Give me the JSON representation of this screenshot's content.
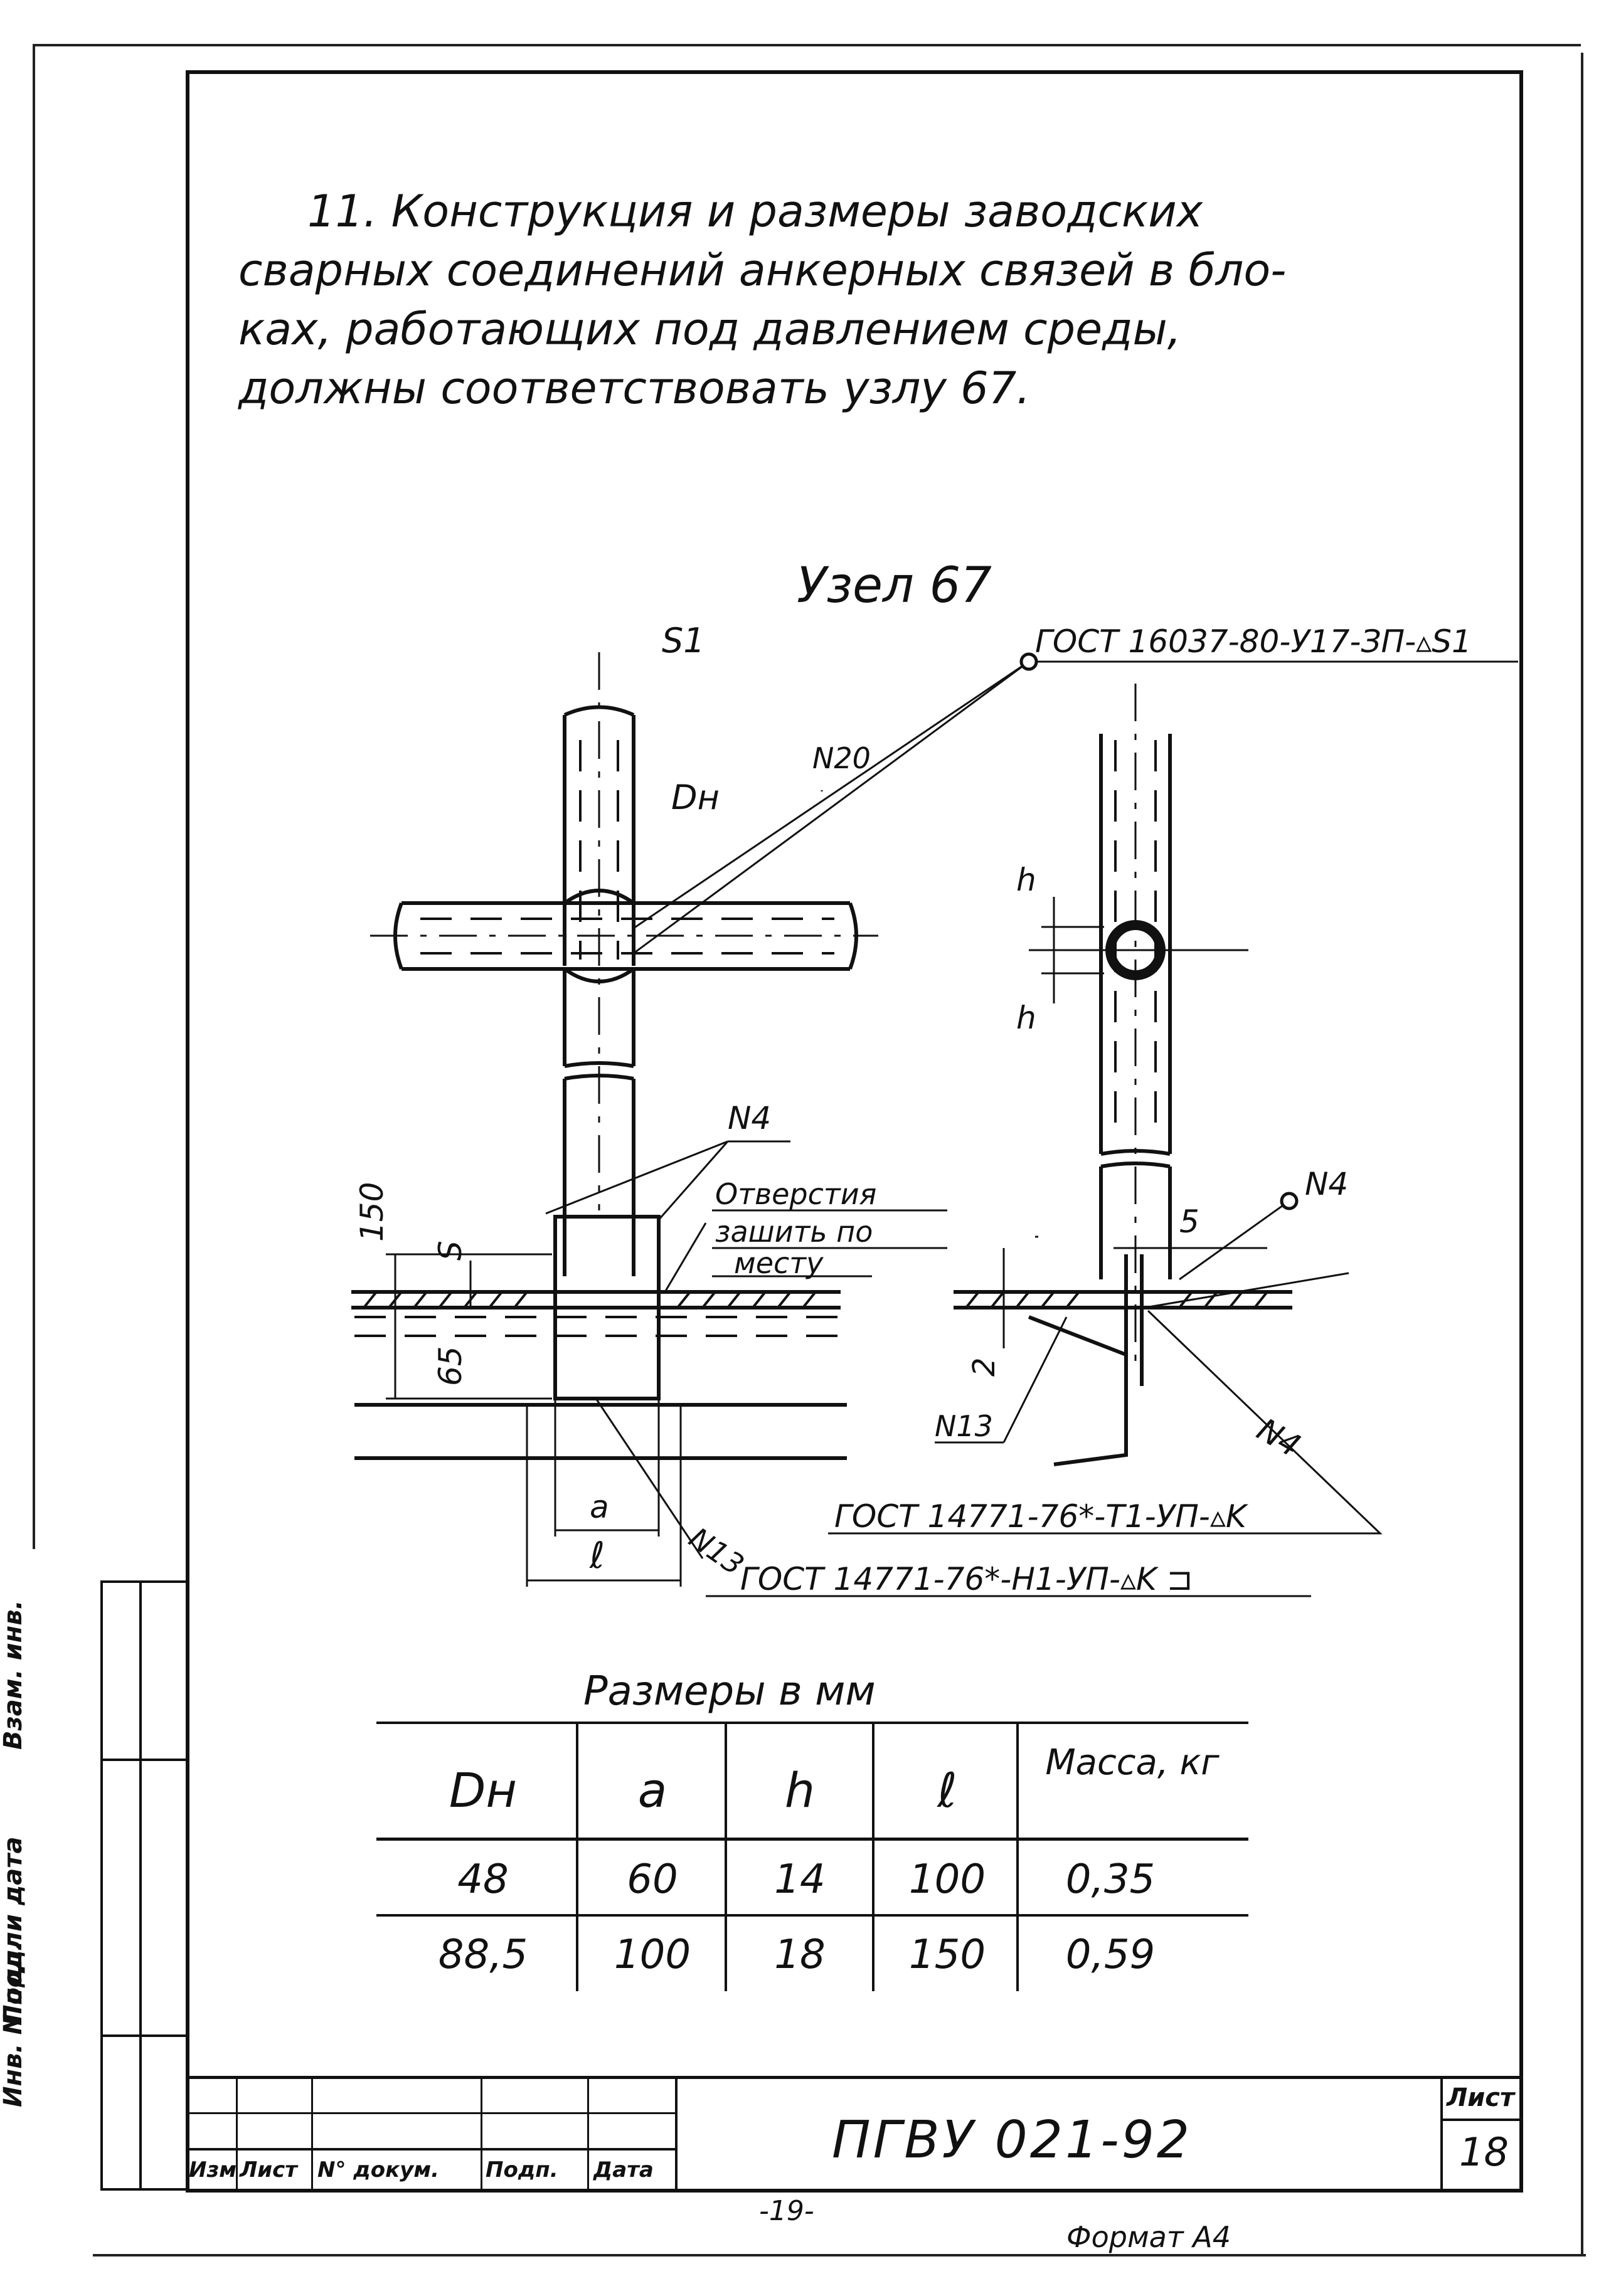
{
  "heading": {
    "lines": [
      "11. Конструкция и размеры заводских",
      "сварных соединений анкерных связей в бло-",
      "ках, работающих под давлением среды,",
      "должны соответствовать узлу 67."
    ]
  },
  "drawing": {
    "title": "Узел 67",
    "labels": {
      "s1": "S1",
      "dn": "Dн",
      "n20": "N20",
      "gost_top": "ГОСТ 16037-80-У17-ЗП-▵S1",
      "h_top": "h",
      "h_bottom": "h",
      "n4_left": "N4",
      "holes_line1": "Отверстия",
      "holes_line2": "зашить по",
      "holes_line3": "месту",
      "dim_150": "150",
      "dim_s": "S",
      "dim_65": "65",
      "dim_a": "a",
      "dim_l": "ℓ",
      "n13_left": "N13",
      "gost_bottom": "ГОСТ 14771-76*-Н1-УП-▵K ⊐",
      "n4_right_top": "N4",
      "dim_5": "5",
      "dim_2": "2",
      "n13_right": "N13",
      "n4_right_bottom": "N4",
      "gost_mid": "ГОСТ 14771-76*-Т1-УП-▵K"
    }
  },
  "table": {
    "caption": "Размеры в мм",
    "headers": [
      "Dн",
      "a",
      "h",
      "ℓ",
      "Масса, кг"
    ],
    "rows": [
      [
        "48",
        "60",
        "14",
        "100",
        "0,35"
      ],
      [
        "88,5",
        "100",
        "18",
        "150",
        "0,59"
      ]
    ]
  },
  "side_strip": {
    "labels": [
      "Инв. N подл.",
      "Подп. и дата",
      "Взам. инв."
    ]
  },
  "title_block": {
    "col_labels": [
      "Изм",
      "Лист",
      "N° докум.",
      "Подп.",
      "Дата"
    ],
    "document_code": "ПГВУ 021-92",
    "sheet_label": "Лист",
    "sheet_number": "18",
    "page_number": "-19-",
    "format": "Формат А4"
  }
}
